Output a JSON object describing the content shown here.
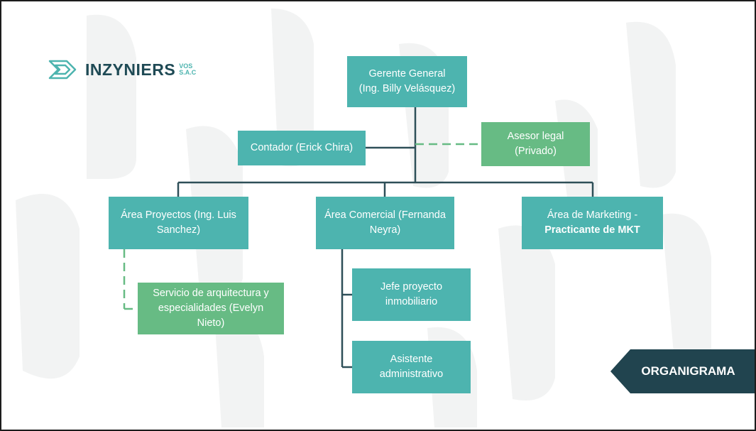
{
  "logo": {
    "name": "INZYNIERS",
    "sub_top": "VOS",
    "sub_bottom": "S.A.C",
    "icon": "inzyniers-logo-icon"
  },
  "colors": {
    "teal": "#4db4af",
    "green": "#67bb84",
    "navy": "#21444f",
    "line": "#2e4f58",
    "dashed": "#67bb84"
  },
  "org": {
    "gerente": [
      "Gerente General",
      "(Ing. Billy Velásquez)"
    ],
    "contador": [
      "Contador (Erick Chira)"
    ],
    "asesor": [
      "Asesor legal",
      "(Privado)"
    ],
    "proyectos": [
      "Área Proyectos (Ing. Luis",
      "Sanchez)"
    ],
    "comercial": [
      "Área Comercial (Fernanda",
      "Neyra)"
    ],
    "marketing": [
      "Área de Marketing -",
      "Practicante de MKT"
    ],
    "servicio": [
      "Servicio de arquitectura y",
      "especialidades (Evelyn",
      "Nieto)"
    ],
    "jefe": [
      "Jefe proyecto",
      "inmobiliario"
    ],
    "asistente": [
      "Asistente",
      "administrativo"
    ]
  },
  "tag": "ORGANIGRAMA"
}
